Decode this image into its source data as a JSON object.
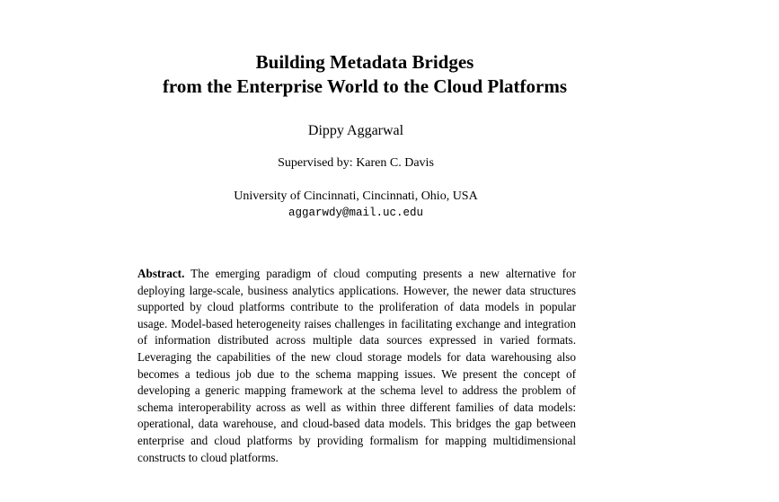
{
  "paper": {
    "title_line1": "Building Metadata Bridges",
    "title_line2": "from the Enterprise World to the Cloud Platforms",
    "author": "Dippy Aggarwal",
    "supervisor": "Supervised by: Karen C. Davis",
    "affiliation": "University of Cincinnati, Cincinnati, Ohio, USA",
    "email": "aggarwdy@mail.uc.edu",
    "abstract_label": "Abstract.",
    "abstract_text": "The emerging paradigm of cloud computing presents a new alternative for deploying large-scale, business analytics applications. However, the newer data structures supported by cloud platforms contribute to the proliferation of data models in popular usage. Model-based heterogeneity raises challenges in facilitating exchange and integration of information distributed across multiple data sources expressed in varied formats. Leveraging the capabilities of the new cloud storage models for data warehousing also becomes a tedious job due to the schema mapping issues. We present the concept of developing a generic mapping framework at the schema level to address the problem of schema interoperability across as well as within three different families of data models: operational, data warehouse, and cloud-based data models. This bridges the gap between enterprise and cloud platforms by providing formalism for mapping multidimensional constructs to cloud platforms."
  }
}
